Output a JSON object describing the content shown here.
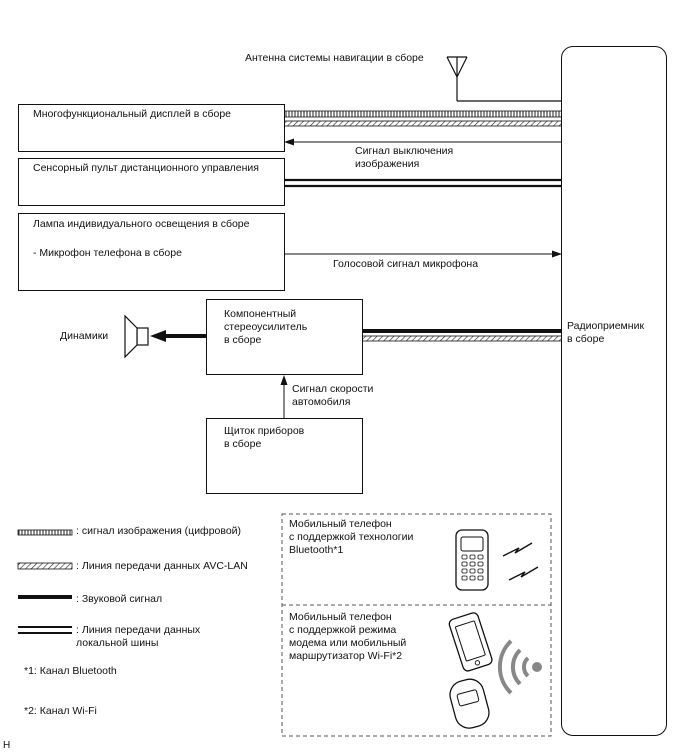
{
  "antenna": {
    "label": "Антенна системы навигации в сборе"
  },
  "boxes": {
    "multi_display": "Многофункциональный дисплей в сборе",
    "touch_remote": "Сенсорный пульт дистанционного управления",
    "lamp_line1": "Лампа индивидуального освещения в сборе",
    "lamp_line2": "- Микрофон телефона в сборе",
    "amplifier": "Компонентный\nстереоусилитель\nв сборе",
    "cluster": "Щиток приборов\nв сборе",
    "radio": "Радиоприемник\nв сборе"
  },
  "signals": {
    "image_off": "Сигнал выключения\nизображения",
    "mic_voice": "Голосовой сигнал микрофона",
    "speed": "Сигнал скорости\nавтомобиля"
  },
  "speakers": {
    "label": "Динамики"
  },
  "legend": {
    "image_digital": ": сигнал изображения (цифровой)",
    "avc_lan": ": Линия передачи данных AVC-LAN",
    "audio": ": Звуковой сигнал",
    "local_bus": ": Линия передачи данных\nлокальной шины"
  },
  "notes": {
    "bt": "*1: Канал Bluetooth",
    "wifi": "*2: Канал Wi-Fi"
  },
  "phones": {
    "bt_phone": "Мобильный телефон\nс поддержкой технологии\nBluetooth*1",
    "wifi_phone": "Мобильный телефон\nс поддержкой режима\nмодема или мобильный\nмаршрутизатор Wi-Fi*2"
  },
  "corner_mark": "H"
}
